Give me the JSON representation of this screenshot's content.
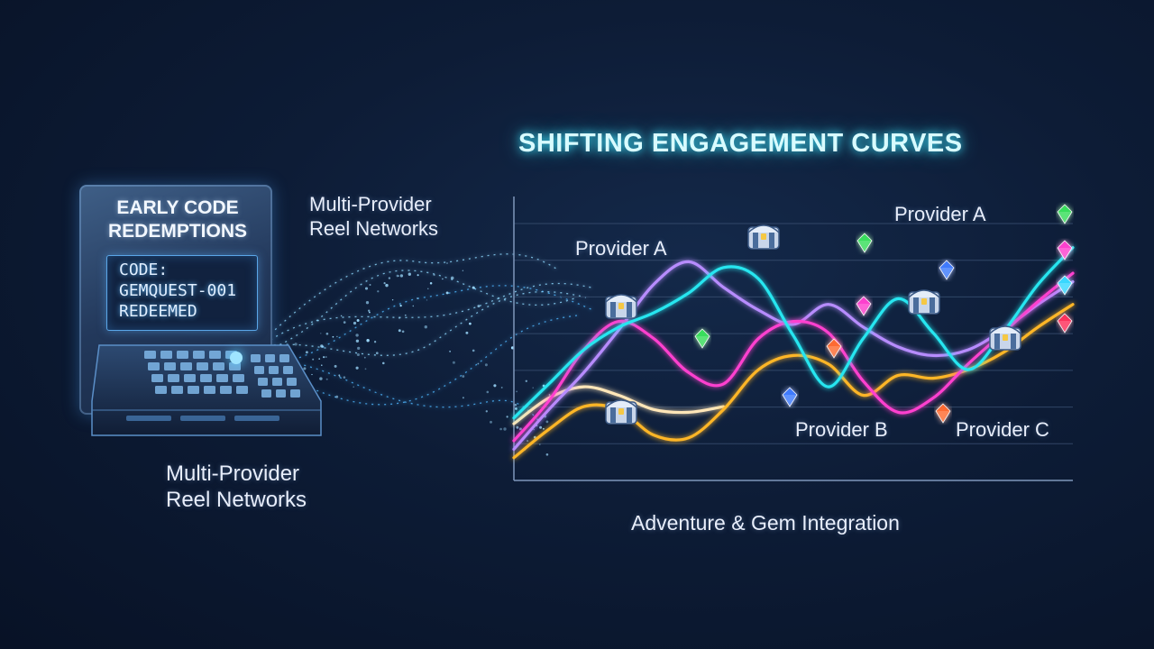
{
  "chart_data": {
    "type": "line",
    "title": "SHIFTING ENGAGEMENT CURVES",
    "xlabel": "",
    "ylabel": "",
    "grid": true,
    "series": [
      {
        "name": "Provider A",
        "color": "#26e6f0",
        "x": [
          0,
          1,
          2,
          3,
          4,
          5,
          6,
          7,
          8,
          9,
          10,
          11,
          12,
          13,
          14,
          15,
          16
        ],
        "y": [
          2.2,
          3.4,
          4.6,
          5.4,
          5.9,
          6.6,
          7.5,
          7.1,
          5.1,
          3.3,
          5.0,
          6.4,
          5.2,
          3.9,
          5.2,
          6.9,
          8.2
        ]
      },
      {
        "name": "Provider B",
        "color": "#ff3fcf",
        "x": [
          0,
          1,
          2,
          3,
          4,
          5,
          6,
          7,
          8,
          9,
          10,
          11,
          12,
          13,
          14,
          15,
          16
        ],
        "y": [
          1.4,
          2.8,
          4.6,
          5.6,
          5.0,
          3.8,
          3.4,
          5.0,
          5.6,
          5.2,
          3.5,
          2.4,
          2.9,
          4.1,
          5.2,
          6.3,
          7.3
        ]
      },
      {
        "name": "Provider C",
        "color": "#ffb627",
        "x": [
          0,
          1,
          2,
          3,
          4,
          5,
          6,
          7,
          8,
          9,
          10,
          11,
          12,
          13,
          14,
          15,
          16
        ],
        "y": [
          0.8,
          1.8,
          2.6,
          2.5,
          1.6,
          1.5,
          2.5,
          3.9,
          4.4,
          4.1,
          3.0,
          3.7,
          3.6,
          3.9,
          4.5,
          5.4,
          6.2
        ]
      },
      {
        "name": "",
        "color": "#b78cff",
        "x": [
          0,
          1,
          2,
          3,
          4,
          5,
          6,
          7,
          8,
          9,
          10,
          11,
          12,
          13,
          14,
          15,
          16
        ],
        "y": [
          1.1,
          2.5,
          3.8,
          5.3,
          6.9,
          7.7,
          6.8,
          6.0,
          5.5,
          6.2,
          5.4,
          4.7,
          4.4,
          4.6,
          5.3,
          6.2,
          7.0
        ]
      },
      {
        "name": "",
        "color": "#ffe6b8",
        "x": [
          0,
          1,
          2,
          3,
          4,
          5,
          6
        ],
        "y": [
          2.0,
          2.9,
          3.3,
          3.0,
          2.5,
          2.4,
          2.6
        ]
      }
    ],
    "ylim": [
      0,
      10
    ],
    "xlim": [
      0,
      16
    ],
    "gridlines": 7
  },
  "header": {
    "chart_title": "SHIFTING ENGAGEMENT CURVES"
  },
  "labels": {
    "provider_a_left": "Provider A",
    "provider_a_right": "Provider A",
    "provider_b": "Provider B",
    "provider_c": "Provider C",
    "network_top": "Multi-Provider Reel Networks",
    "network_top_line1": "Multi-Provider",
    "network_top_line2": "Reel Networks",
    "network_bottom_line1": "Multi-Provider",
    "network_bottom_line2": "Reel Networks",
    "footer": "Adventure & Gem Integration"
  },
  "terminal": {
    "title_line1": "EARLY CODE",
    "title_line2": "REDEMPTIONS",
    "screen_line1": "CODE:",
    "screen_line2": "GEMQUEST-001",
    "screen_line3": "REDEEMED"
  },
  "icons": {
    "treasure_chest": "treasure-chest-icon",
    "gem": "gem-icon"
  },
  "colors": {
    "background": "#0b1830",
    "accent": "#3fe6ff",
    "gem_green": "#36e05a",
    "gem_magenta": "#ff3fcf",
    "gem_blue": "#3d7bff",
    "gem_cyan": "#35d8ff",
    "gem_red": "#ff2e5a",
    "gem_orange": "#ff6a2e"
  }
}
